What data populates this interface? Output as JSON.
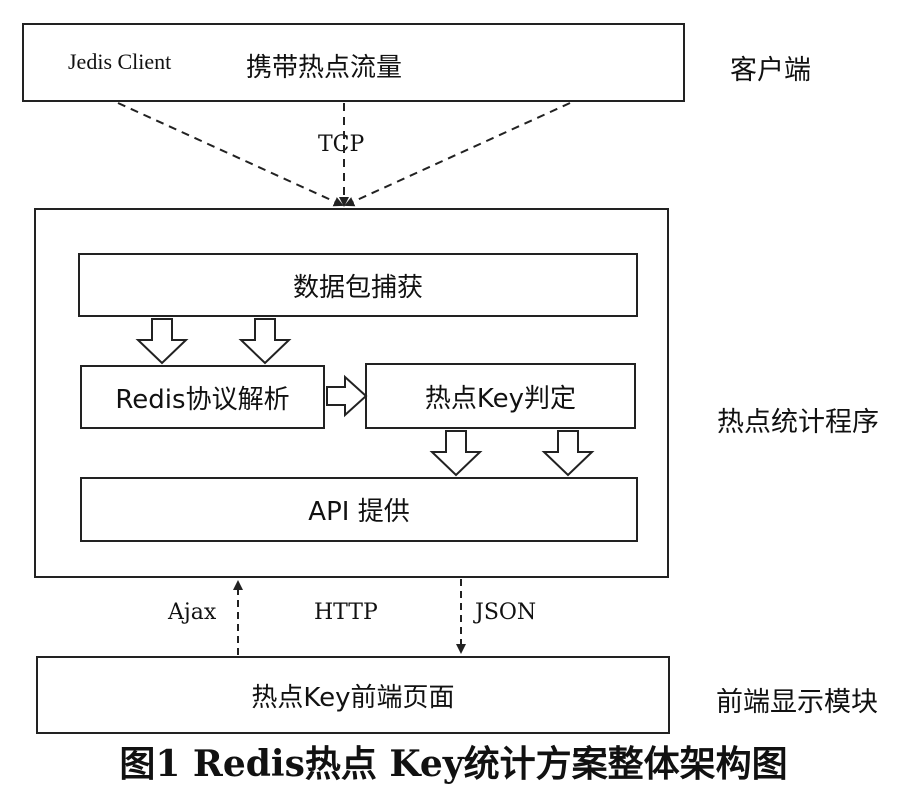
{
  "client_box": {
    "client_name": "Jedis Client",
    "traffic": "携带热点流量"
  },
  "labels": {
    "client_side": "客户端",
    "program_side": "热点统计程序",
    "frontend_side": "前端显示模块",
    "tcp": "TCP",
    "ajax": "Ajax",
    "http": "HTTP",
    "json": "JSON"
  },
  "modules": {
    "capture": "数据包捕获",
    "parse": "Redis协议解析",
    "judge": "热点Key判定",
    "api": "API 提供"
  },
  "frontend_page": "热点Key前端页面",
  "caption": "图1   Redis热点 Key统计方案整体架构图"
}
